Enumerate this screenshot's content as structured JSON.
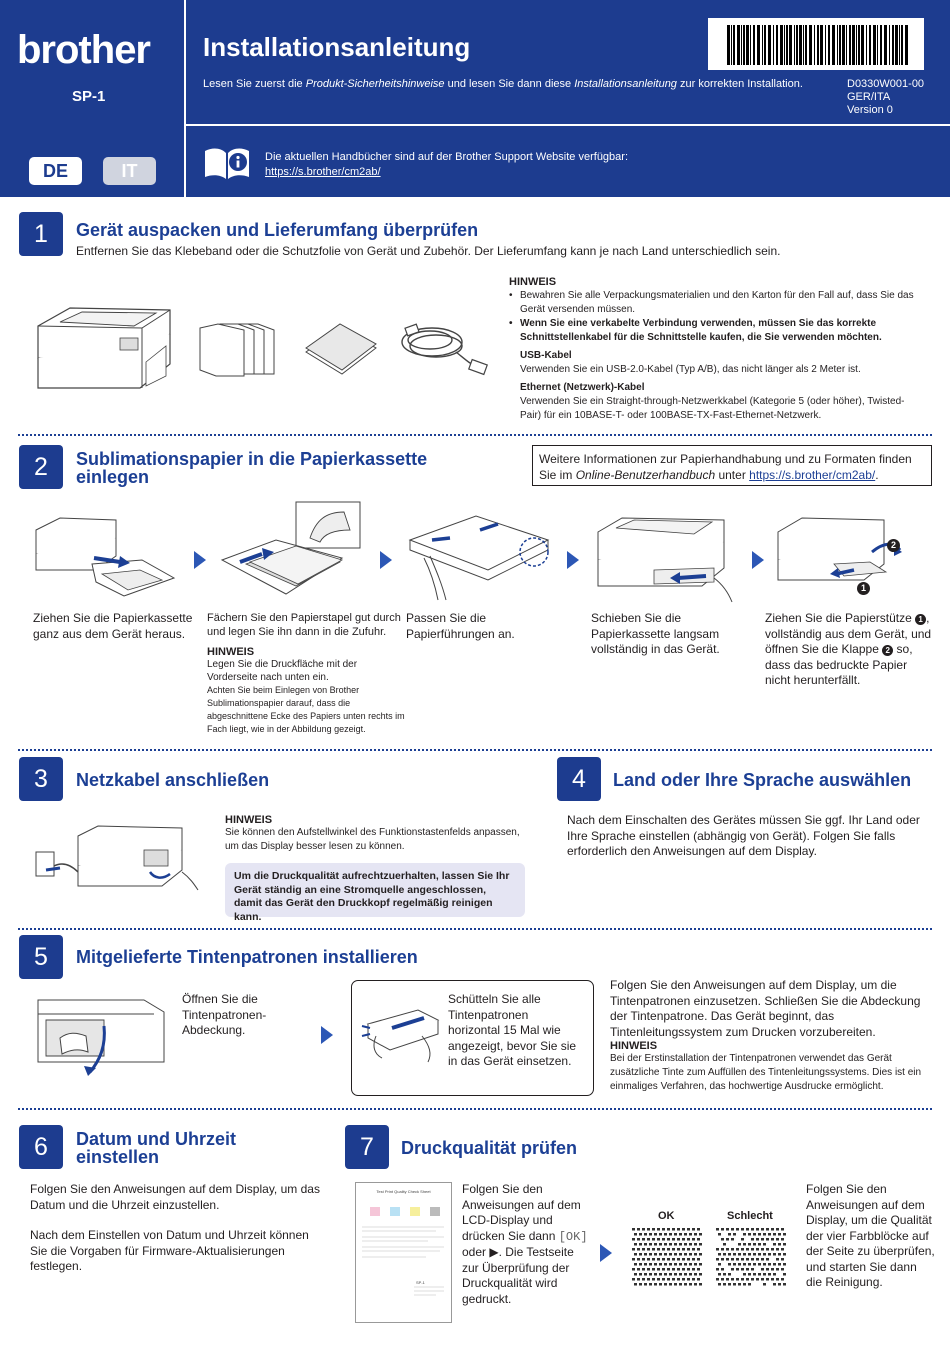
{
  "header": {
    "brand": "brother",
    "model": "SP-1",
    "languages": [
      "DE",
      "IT"
    ],
    "title": "Installationsanleitung",
    "intro_1": "Lesen Sie zuerst die ",
    "intro_em_1": "Produkt-Sicherheitshinweise",
    "intro_2": " und lesen Sie dann diese ",
    "intro_em_2": "Installationsanleitung",
    "intro_3": " zur korrekten Installation.",
    "doc_code": "D0330W001-00",
    "doc_lang": "GER/ITA",
    "doc_version": "Version 0",
    "support_text": "Die aktuellen Handbücher sind auf der Brother Support Website verfügbar:",
    "support_url": "https://s.brother/cm2ab/"
  },
  "step1": {
    "num": "1",
    "title": "Gerät auspacken und Lieferumfang überprüfen",
    "desc": "Entfernen Sie das Klebeband oder die Schutzfolie von Gerät und Zubehör. Der Lieferumfang kann je nach Land unterschiedlich sein.",
    "hinweis": "HINWEIS",
    "note_1": "Bewahren Sie alle Verpackungsmaterialien und den Karton für den Fall auf, dass Sie das Gerät versenden müssen.",
    "note_2": "Wenn Sie eine verkabelte Verbindung verwenden, müssen Sie das korrekte Schnittstellenkabel für die Schnittstelle kaufen, die Sie verwenden möchten.",
    "usb_title": "USB-Kabel",
    "usb_text": "Verwenden Sie ein USB-2.0-Kabel (Typ A/B), das nicht länger als 2 Meter ist.",
    "eth_title": "Ethernet (Netzwerk)-Kabel",
    "eth_text": "Verwenden Sie ein Straight-through-Netzwerkkabel (Kategorie 5 (oder höher), Twisted-Pair) für ein 10BASE-T- oder 100BASE-TX-Fast-Ethernet-Netzwerk."
  },
  "step2": {
    "num": "2",
    "title_1": "Sublimationspapier in die Papierkassette",
    "title_2": "einlegen",
    "info_1": "Weitere Informationen zur Papierhandhabung und zu Formaten finden Sie im ",
    "info_em": "Online-Benutzerhandbuch",
    "info_2": " unter ",
    "info_url": "https://s.brother/cm2ab/",
    "info_3": ".",
    "cap_1": "Ziehen Sie die Papierkassette ganz aus dem Gerät heraus.",
    "cap_2": "Fächern Sie den Papierstapel gut durch und legen Sie ihn dann in die Zufuhr.",
    "hinweis": "HINWEIS",
    "note_a": "Legen Sie die Druckfläche mit der Vorderseite nach unten ein.",
    "note_b": "Achten Sie beim Einlegen von Brother Sublimationspapier darauf, dass die abgeschnittene Ecke des Papiers unten rechts im Fach liegt, wie in der Abbildung gezeigt.",
    "cap_3": "Passen Sie die Papierführungen an.",
    "cap_4": "Schieben Sie die Papierkassette langsam vollständig in das Gerät.",
    "cap_5_a": "Ziehen Sie die Papierstütze",
    "cap_5_b": ", vollständig aus dem Gerät, und öffnen Sie die Klappe",
    "cap_5_c": " so, dass das bedruckte Papier nicht herunterfällt.",
    "marker_1": "1",
    "marker_2": "2"
  },
  "step3": {
    "num": "3",
    "title": "Netzkabel anschließen",
    "hinweis": "HINWEIS",
    "note": "Sie können den Aufstellwinkel des Funktionstastenfelds anpassen, um das Display besser lesen zu können.",
    "box": "Um die Druckqualität aufrechtzuerhalten, lassen Sie Ihr Gerät ständig an eine Stromquelle angeschlossen, damit das Gerät den Druckkopf regelmäßig reinigen kann."
  },
  "step4": {
    "num": "4",
    "title": "Land oder Ihre Sprache auswählen",
    "text": "Nach dem Einschalten des Gerätes müssen Sie ggf. Ihr Land oder Ihre Sprache einstellen (abhängig von Gerät). Folgen Sie falls erforderlich den Anweisungen auf dem Display."
  },
  "step5": {
    "num": "5",
    "title": "Mitgelieferte Tintenpatronen installieren",
    "cap_1": "Öffnen Sie die Tintenpatronen-Abdeckung.",
    "cap_2": "Schütteln Sie alle Tintenpatronen horizontal 15 Mal wie angezeigt, bevor Sie sie in das Gerät einsetzen.",
    "cap_3": "Folgen Sie den Anweisungen auf dem Display, um die Tintenpatronen einzusetzen. Schließen Sie die Abdeckung der Tintenpatrone. Das Gerät beginnt, das Tintenleitungssystem zum Drucken vorzubereiten.",
    "hinweis": "HINWEIS",
    "note": "Bei der Erstinstallation der Tintenpatronen verwendet das Gerät zusätzliche Tinte zum Auffüllen des Tintenleitungssystems. Dies ist ein einmaliges Verfahren, das hochwertige Ausdrucke ermöglicht."
  },
  "step6": {
    "num": "6",
    "title_1": "Datum und Uhrzeit",
    "title_2": "einstellen",
    "text_1": "Folgen Sie den Anweisungen auf dem Display, um das Datum und die Uhrzeit einzustellen.",
    "text_2": "Nach dem Einstellen von Datum und Uhrzeit können Sie die Vorgaben für Firmware-Aktualisierungen festlegen."
  },
  "step7": {
    "num": "7",
    "title": "Druckqualität prüfen",
    "text_1": "Folgen Sie den Anweisungen auf dem LCD-Display und drücken Sie dann ",
    "ok_key": "[OK]",
    "text_2": " oder ",
    "play_glyph": "▶",
    "text_3": ". Die Testseite zur Überprüfung der Druckqualität wird gedruckt.",
    "ok_label": "OK",
    "bad_label": "Schlecht",
    "text_right": "Folgen Sie den Anweisungen auf dem Display, um die Qualität der vier Farbblöcke auf der Seite zu überprüfen, und starten Sie dann die Reinigung.",
    "sheet_title": "Test Print Quality Check Sheet",
    "sheet_model": "SP-1"
  },
  "colors": {
    "brand_blue": "#1d3c8f",
    "title_blue": "#1c3f94",
    "arrow_blue": "#2c57b5",
    "note_bg": "#e5e5f3"
  }
}
